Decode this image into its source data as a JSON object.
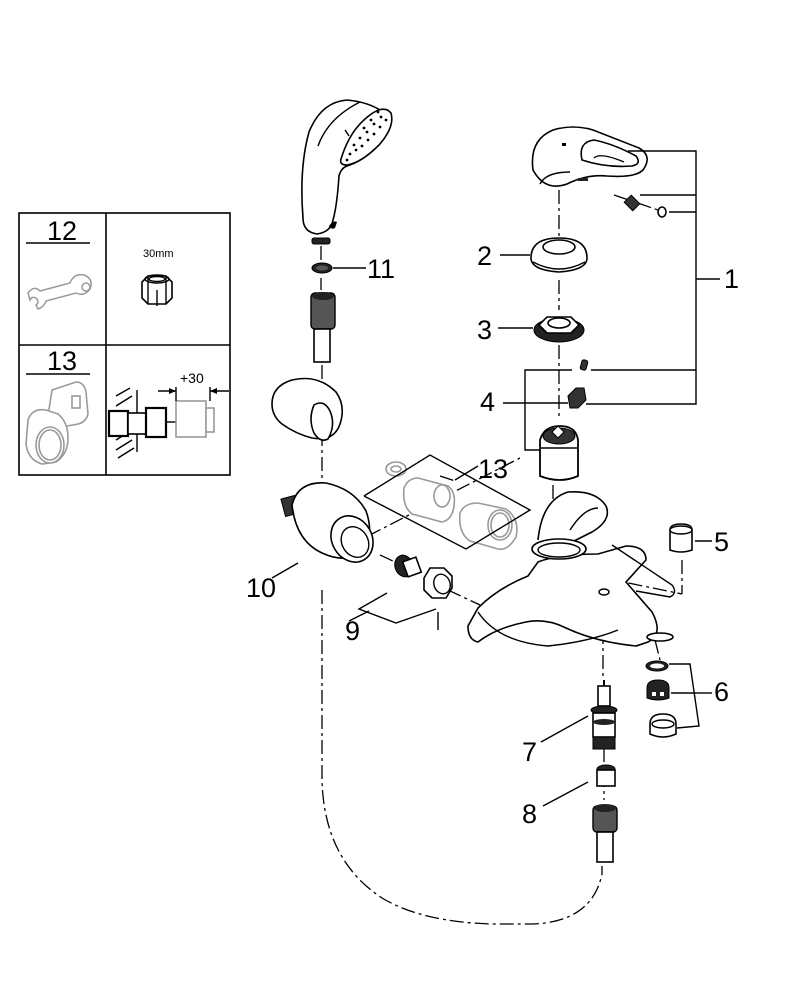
{
  "diagram": {
    "title": "Exploded parts diagram - single-lever bath mixer with hand shower",
    "callouts": [
      {
        "id": "1",
        "label": "1"
      },
      {
        "id": "2",
        "label": "2"
      },
      {
        "id": "3",
        "label": "3"
      },
      {
        "id": "4",
        "label": "4"
      },
      {
        "id": "5",
        "label": "5"
      },
      {
        "id": "6",
        "label": "6"
      },
      {
        "id": "7",
        "label": "7"
      },
      {
        "id": "8",
        "label": "8"
      },
      {
        "id": "9",
        "label": "9"
      },
      {
        "id": "10",
        "label": "10"
      },
      {
        "id": "11",
        "label": "11"
      },
      {
        "id": "13",
        "label": "13"
      }
    ],
    "legend_table": {
      "row_12": {
        "number": "12",
        "tool": "wrench-icon",
        "size_label": "30mm",
        "part": "hex-nut-icon"
      },
      "row_13": {
        "number": "13",
        "part": "extension-sleeves-icon",
        "dimension_label": "+30"
      }
    }
  }
}
